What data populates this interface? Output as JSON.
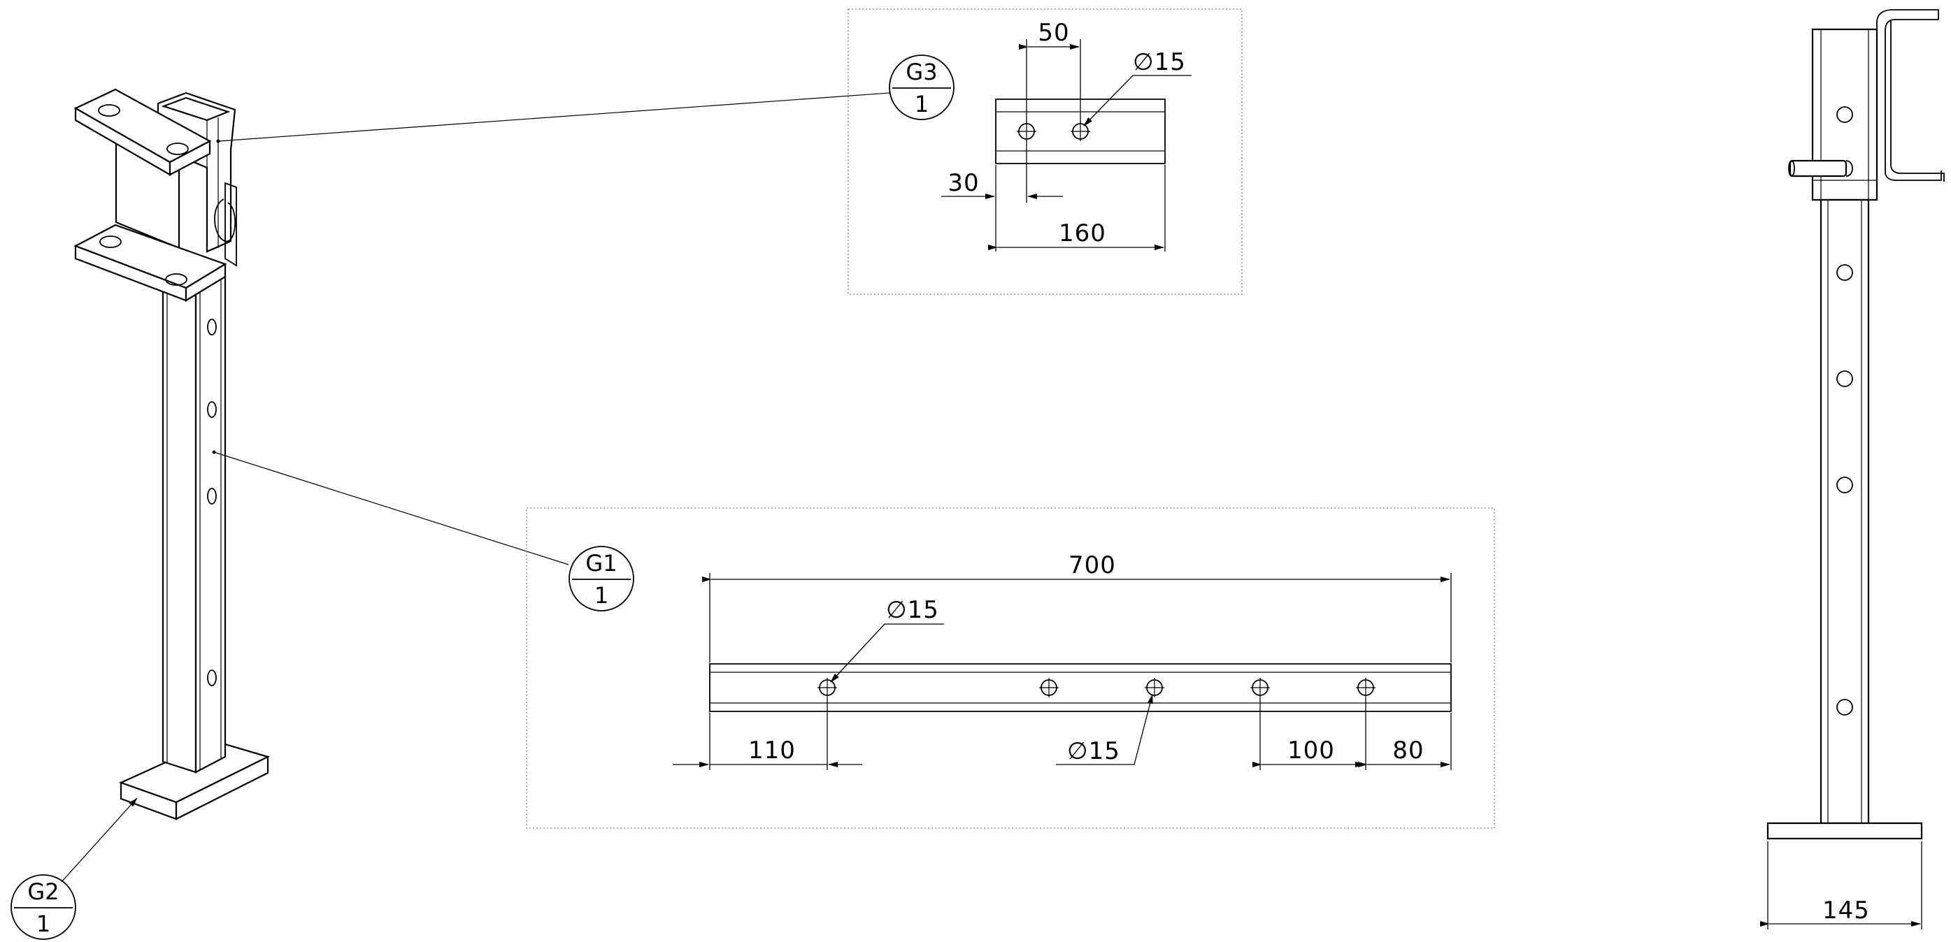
{
  "views": {
    "isometric": {
      "name": "3D isometric view of post assembly"
    },
    "detail_g3": {
      "balloon": {
        "top": "G3",
        "bottom": "1"
      },
      "dimensions": {
        "hole_spacing": "50",
        "hole_diameter": "∅15",
        "edge_offset": "30",
        "length": "160"
      }
    },
    "detail_g1": {
      "balloon": {
        "top": "G1",
        "bottom": "1"
      },
      "dimensions": {
        "overall_length": "700",
        "hole_diameter_top": "∅15",
        "hole_diameter_bottom": "∅15",
        "first_hole_offset": "110",
        "hole_pitch": "100",
        "end_offset": "80"
      }
    },
    "detail_g2": {
      "balloon": {
        "top": "G2",
        "bottom": "1"
      }
    },
    "side_view": {
      "dimensions": {
        "base_width": "145"
      }
    }
  }
}
